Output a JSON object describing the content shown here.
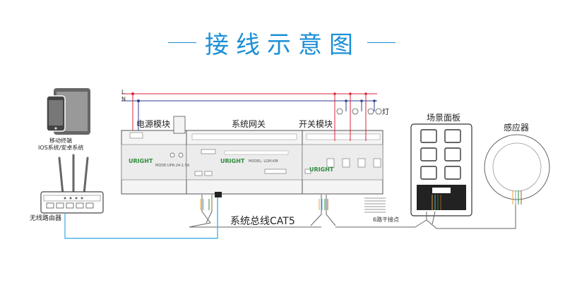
{
  "title": "接线示意图",
  "devices": {
    "tablet": {
      "caption_line1": "移动终端",
      "caption_line2": "IOS系统/安卓系统"
    },
    "router": {
      "caption": "无线路由器"
    },
    "power_module": {
      "label": "电源模块",
      "brand": "URIGHT",
      "model": "MODE:UPR-24-1.5A"
    },
    "gateway": {
      "label": "系统网关",
      "brand": "URIGHT",
      "model": "MODEL: LGM-KM"
    },
    "switch_module": {
      "label": "开关模块",
      "brand": "URIGHT"
    },
    "scene_panel": {
      "label": "场景面板"
    },
    "sensor": {
      "label": "感应器"
    }
  },
  "wiring": {
    "line_L": "L",
    "line_N": "N",
    "lamp_label": "灯",
    "bus_label": "系统总线CAT5",
    "dry_contact_label": "6路干接点"
  },
  "colors": {
    "title": "#1b8fd6",
    "live_wire": "#d9233b",
    "neutral_wire": "#2c3e8f",
    "network_wire": "#4fb3e8",
    "device_outline": "#555555",
    "module_fill": "#f2f2f2",
    "brand_green": "#2e8b3d"
  }
}
